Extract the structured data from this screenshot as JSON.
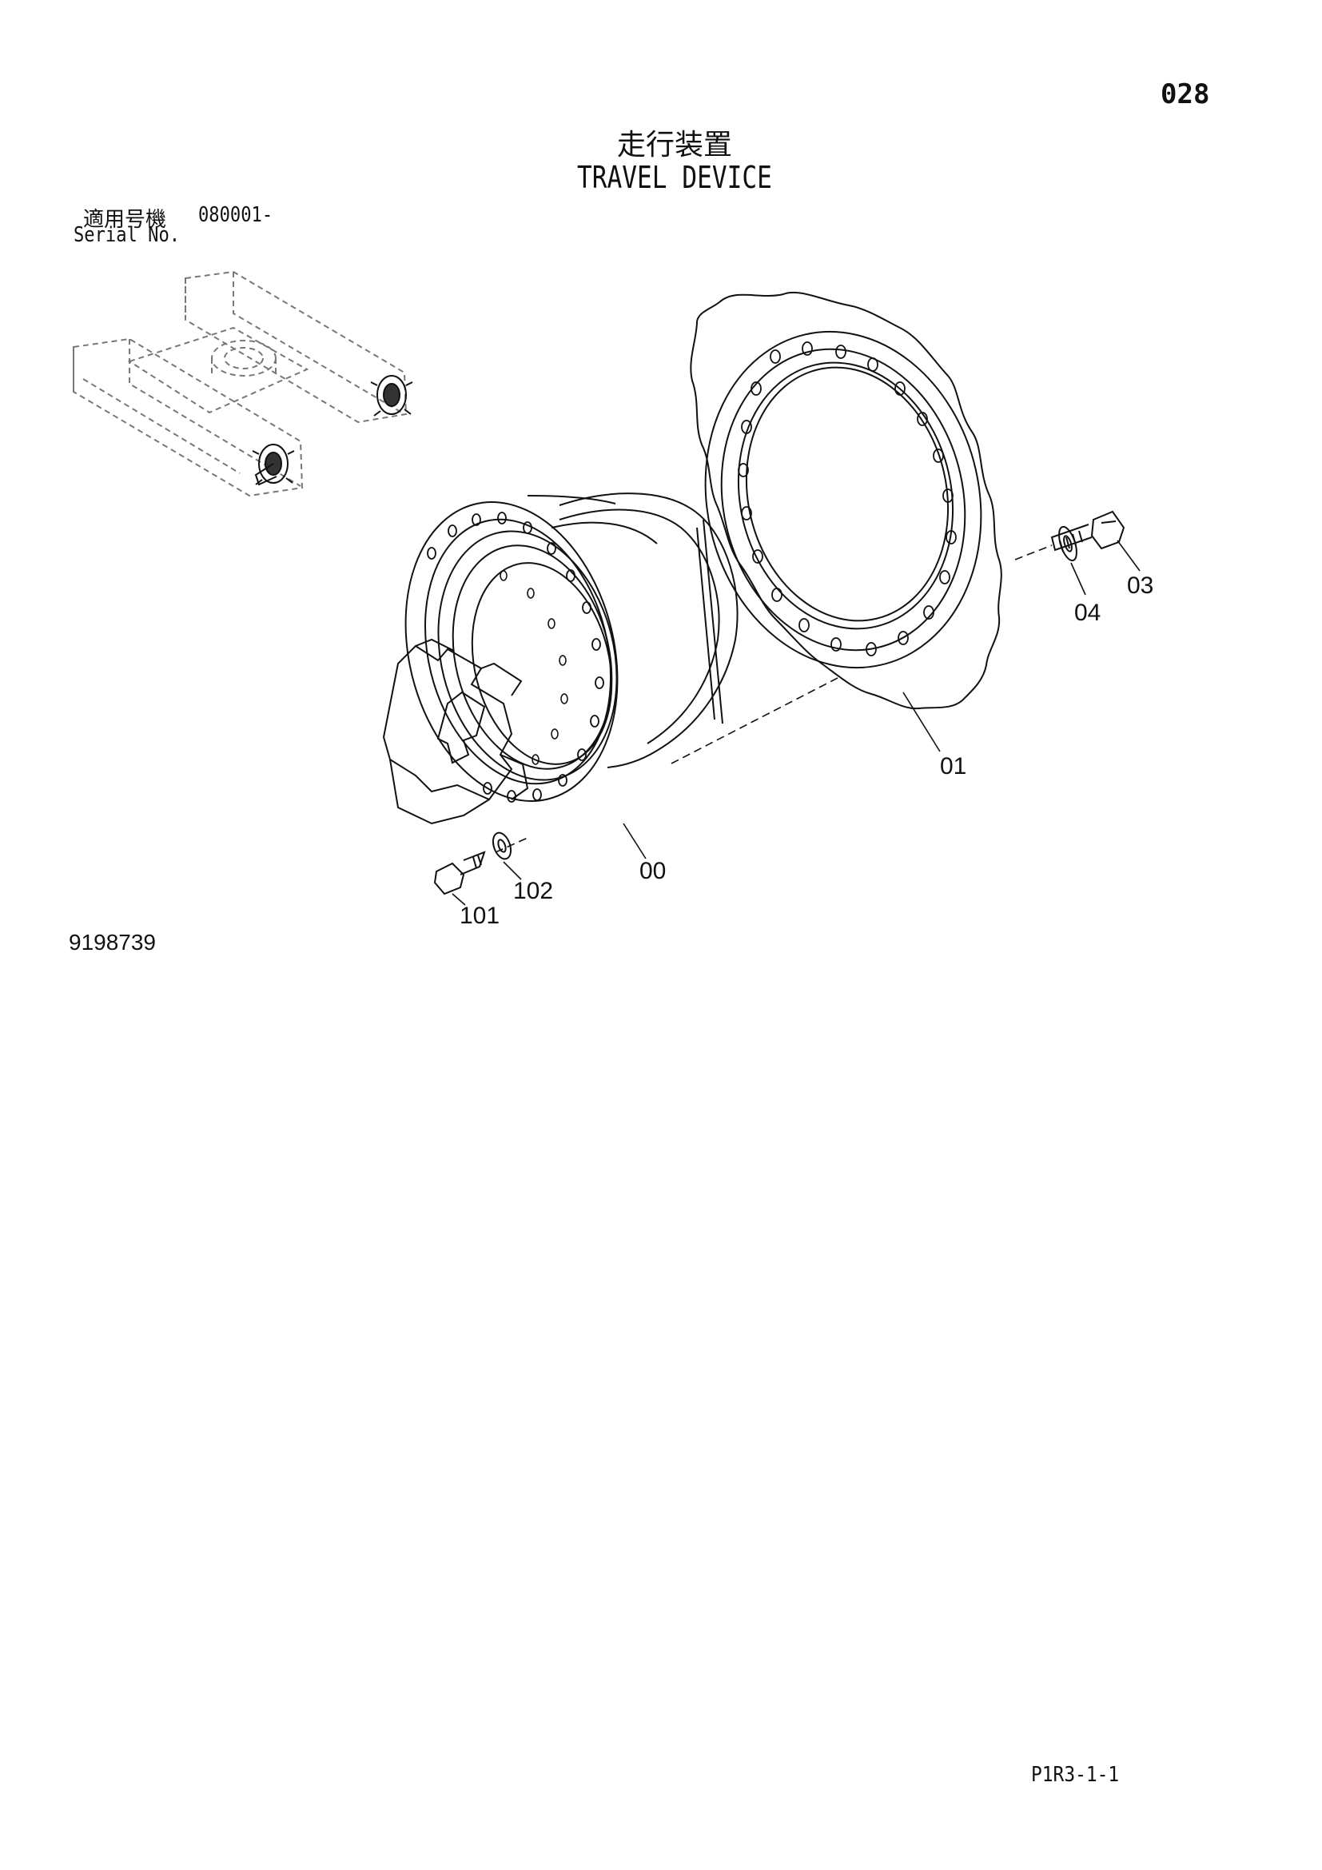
{
  "page_number": "028",
  "title_jp": "走行装置",
  "title_en": "TRAVEL DEVICE",
  "serial": {
    "label_jp": "適用号機",
    "range": "080001-",
    "label_en": "Serial No."
  },
  "parts": [
    {
      "ref": "00"
    },
    {
      "ref": "01"
    },
    {
      "ref": "03"
    },
    {
      "ref": "04"
    },
    {
      "ref": "101"
    },
    {
      "ref": "102"
    }
  ],
  "drawing_number": "9198739",
  "footer_code": "P1R3-1-1"
}
